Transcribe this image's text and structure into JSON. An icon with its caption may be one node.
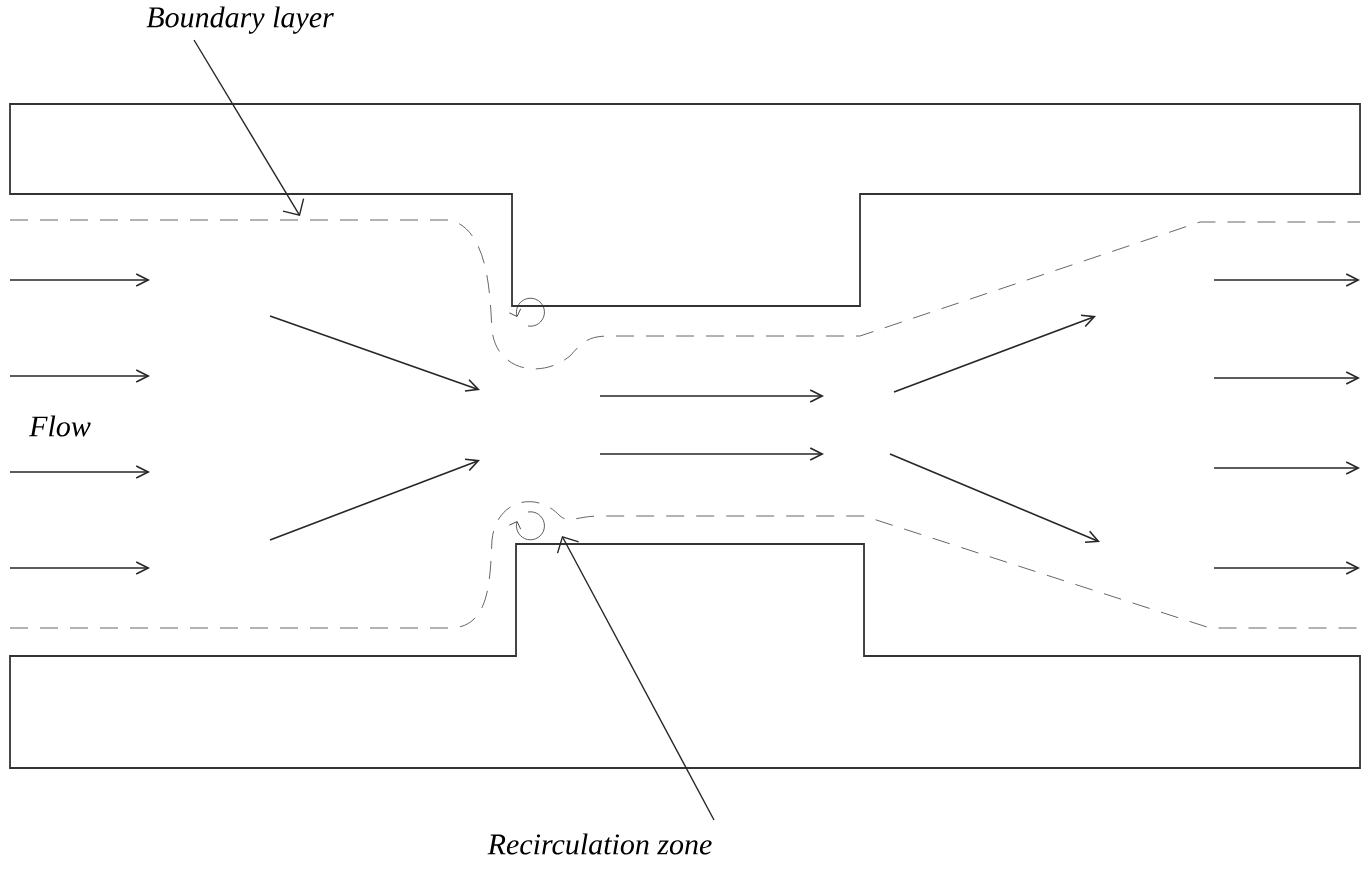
{
  "diagram": {
    "nodes": [
      {
        "text": [
          "Boundary layer"
        ]
      },
      {
        "text": [
          "Recirculation zone"
        ]
      }
    ],
    "edges": [
      {
        "from": 0,
        "to": null,
        "arrow": "to"
      },
      {
        "from": 1,
        "to": null,
        "arrow": "to"
      }
    ],
    "labels": [
      "Flow"
    ]
  }
}
